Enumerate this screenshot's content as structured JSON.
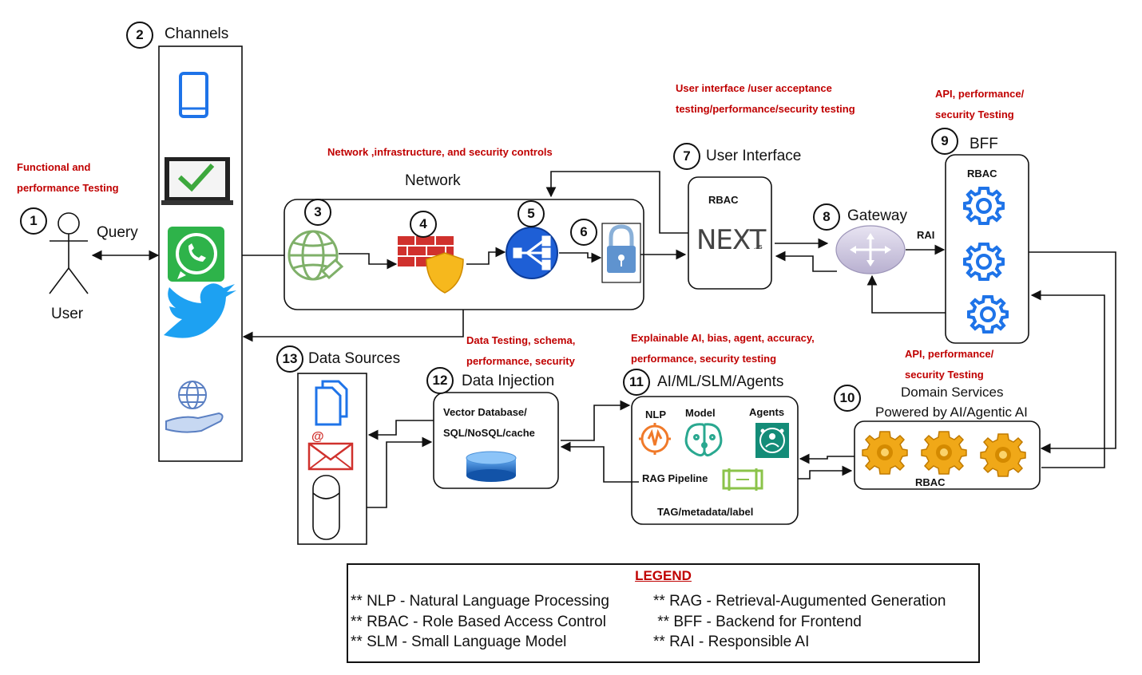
{
  "annotations": {
    "functional": "Functional and performance Testing",
    "network_controls": "Network ,infrastructure, and security controls",
    "ui_testing": "User interface /user acceptance testing/performance/security testing",
    "api_testing_top": "API, performance/ security Testing",
    "data_testing": "Data Testing, schema, performance, security",
    "ai_testing": "Explainable AI, bias, agent, accuracy, performance, security testing",
    "api_testing_bottom": "API,  performance/ security Testing"
  },
  "nodes": {
    "user": {
      "number": "1",
      "label": "User"
    },
    "query": "Query",
    "channels": {
      "number": "2",
      "label": "Channels"
    },
    "network": {
      "label": "Network",
      "step3": "3",
      "step4": "4",
      "step5": "5",
      "step6": "6"
    },
    "user_interface": {
      "number": "7",
      "label": "User Interface",
      "rbac": "RBAC",
      "logo": "NEXT",
      "logo_sub": ".JS"
    },
    "gateway": {
      "number": "8",
      "label": "Gateway",
      "rai": "RAI"
    },
    "bff": {
      "number": "9",
      "label": "BFF",
      "rbac": "RBAC"
    },
    "domain": {
      "number": "10",
      "label_line1": "Domain Services",
      "label_line2": "Powered by AI/Agentic AI",
      "rbac": "RBAC"
    },
    "ai": {
      "number": "11",
      "label": "AI/ML/SLM/Agents",
      "nlp": "NLP",
      "model": "Model",
      "agents": "Agents",
      "rag": "RAG Pipeline",
      "tag": "TAG/metadata/label"
    },
    "data_injection": {
      "number": "12",
      "label": "Data Injection",
      "line1": "Vector Database/",
      "line2": "SQL/NoSQL/cache"
    },
    "data_sources": {
      "number": "13",
      "label": "Data Sources"
    }
  },
  "legend": {
    "title": "LEGEND",
    "items": [
      "** NLP - Natural Language Processing",
      "** RBAC - Role Based Access Control",
      "** SLM - Small Language Model",
      "** RAG - Retrieval-Augumented Generation",
      " ** BFF - Backend for Frontend",
      "** RAI - Responsible AI"
    ]
  },
  "colors": {
    "annotation": "#c00000",
    "icon_blue": "#1e73e8",
    "gear_orange": "#f0a818",
    "line": "#111111"
  }
}
